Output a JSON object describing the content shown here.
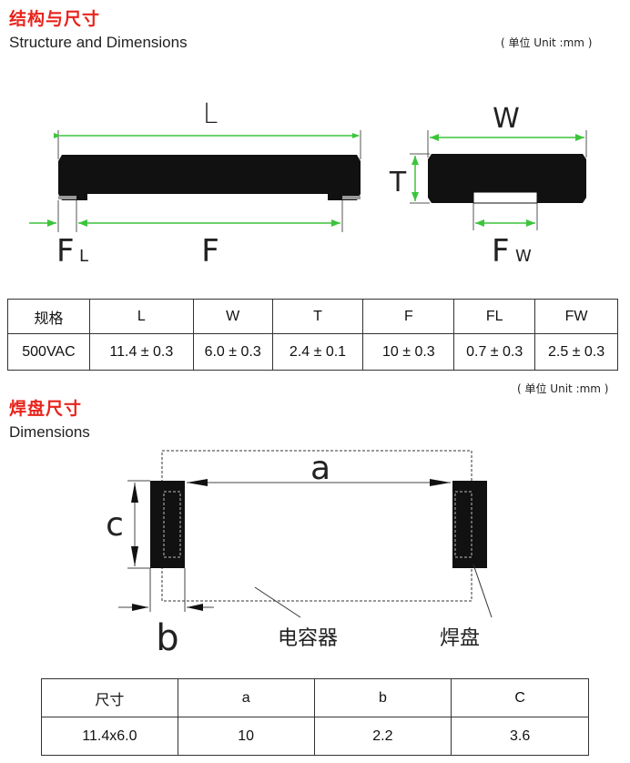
{
  "section1": {
    "title_cn": "结构与尺寸",
    "title_en": "Structure and Dimensions",
    "unit": "( 单位 Unit :mm )"
  },
  "diagram1": {
    "label_L": "L",
    "label_F": "F",
    "label_FL_main": "F",
    "label_FL_sub": "L",
    "label_W": "W",
    "label_T": "T",
    "label_FW_main": "F",
    "label_FW_sub": "W",
    "color_body": "#111111",
    "color_arrow": "#3cc43c"
  },
  "table1": {
    "headers": [
      "规格",
      "L",
      "W",
      "T",
      "F",
      "FL",
      "FW"
    ],
    "row": [
      "500VAC",
      "11.4 ± 0.3",
      "6.0 ± 0.3",
      "2.4 ± 0.1",
      "10 ± 0.3",
      "0.7 ± 0.3",
      "2.5 ± 0.3"
    ]
  },
  "section2": {
    "unit": "( 单位 Unit :mm )",
    "title_cn": "焊盘尺寸",
    "title_en": "Dimensions"
  },
  "diagram2": {
    "label_a": "a",
    "label_b": "b",
    "label_c": "c",
    "label_capacitor": "电容器",
    "label_pad": "焊盘"
  },
  "table2": {
    "headers": [
      "尺寸",
      "a",
      "b",
      "C"
    ],
    "row": [
      "11.4x6.0",
      "10",
      "2.2",
      "3.6"
    ]
  }
}
